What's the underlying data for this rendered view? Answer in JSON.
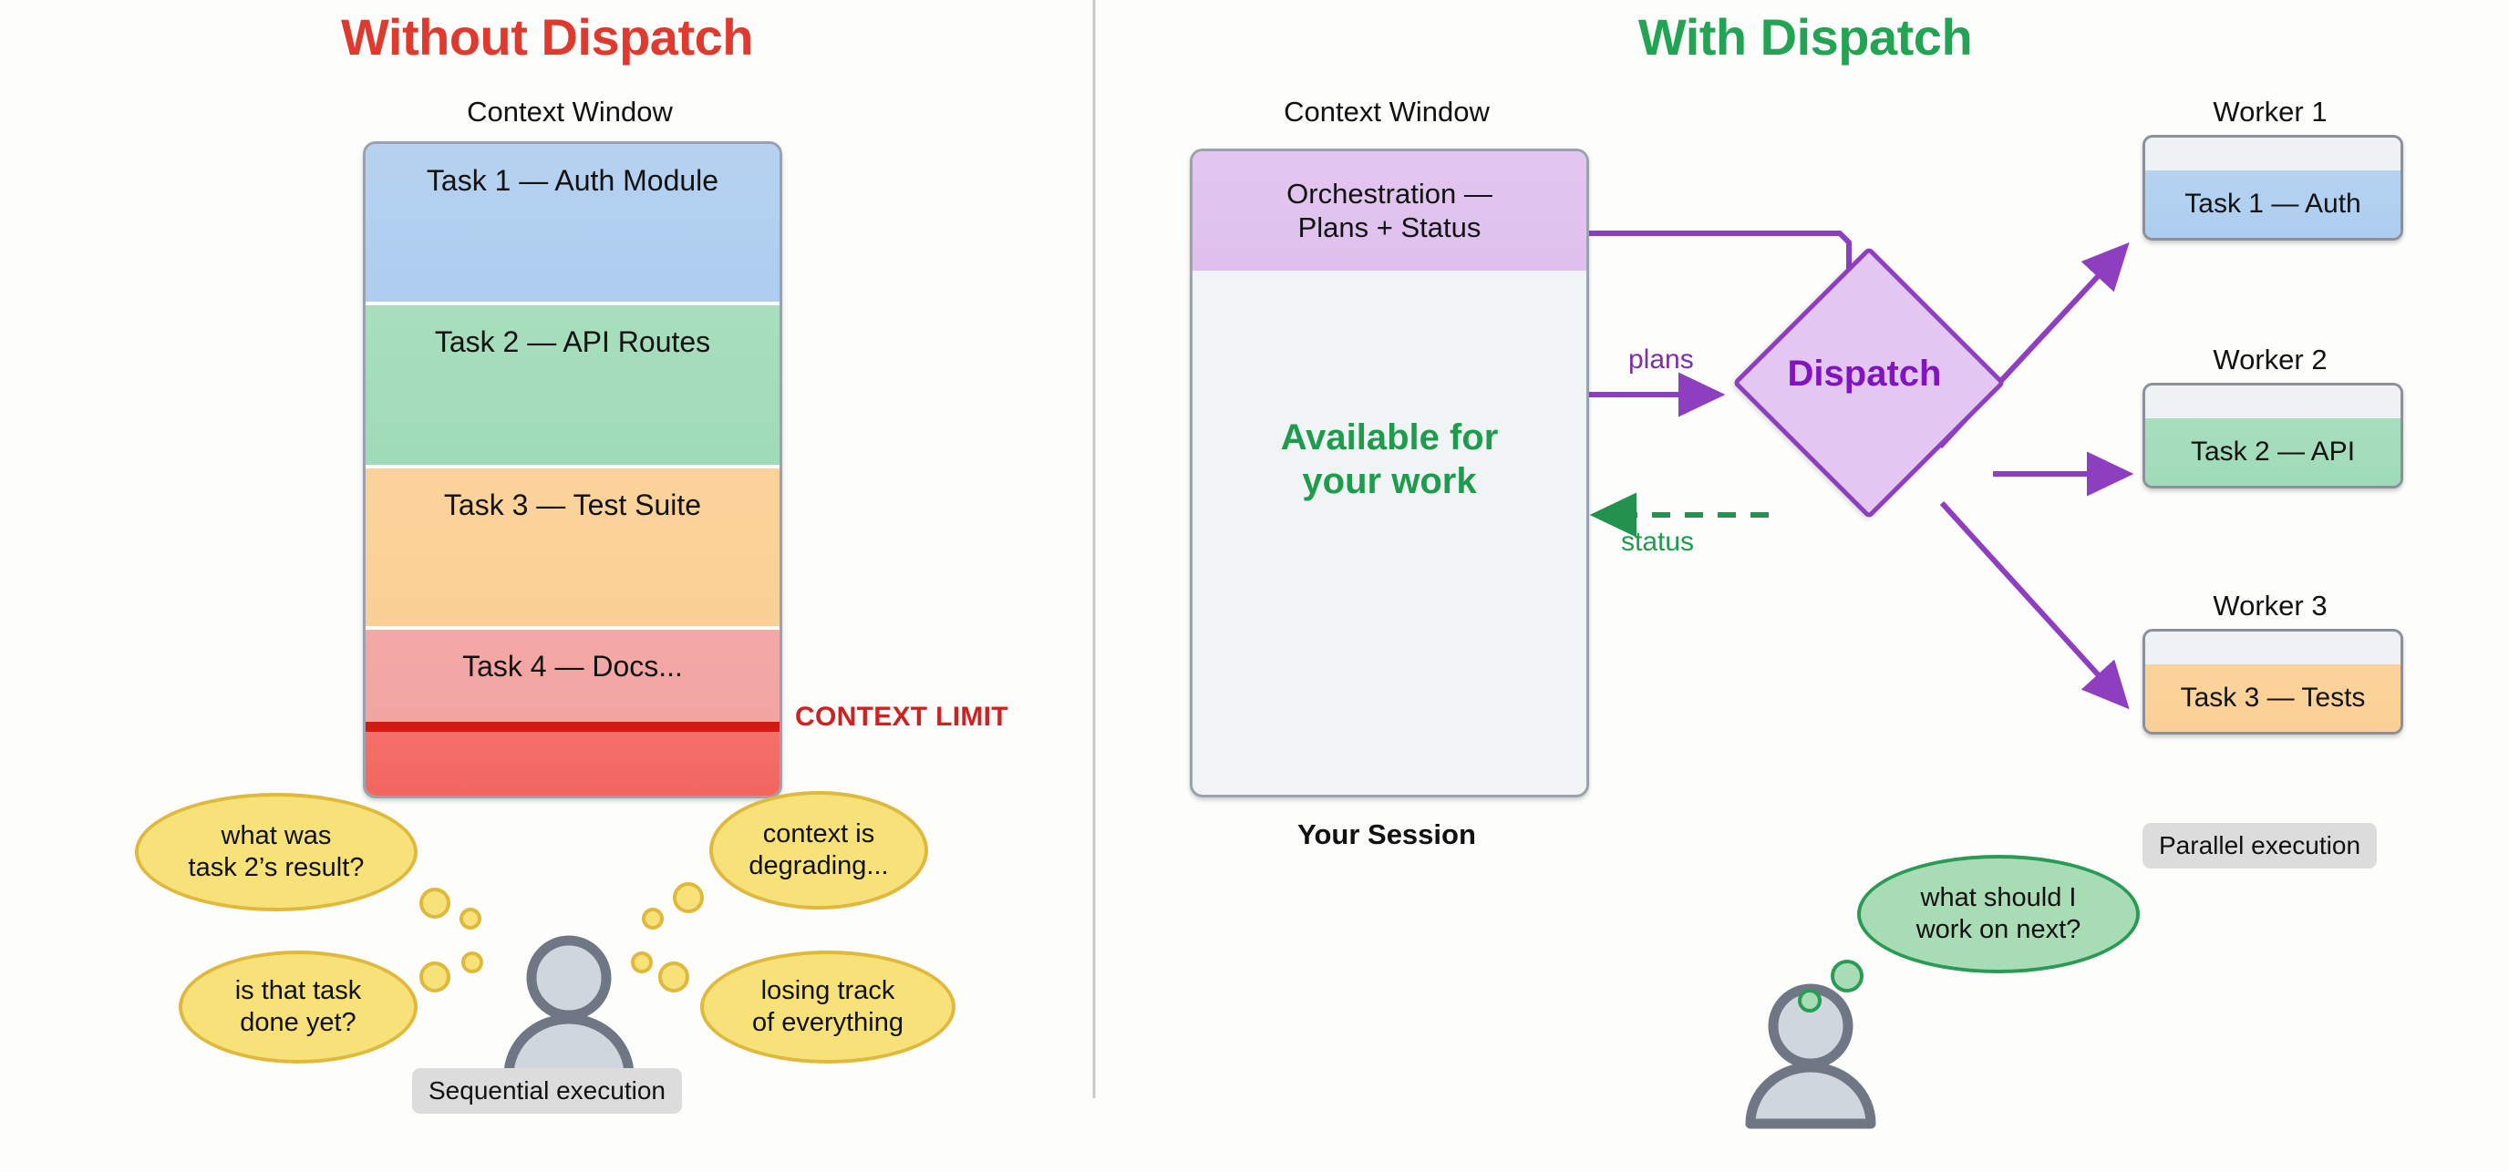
{
  "panels": {
    "left": {
      "title": "Without Dispatch",
      "title_color": "#e03a2f",
      "context_window_caption": "Context Window",
      "context_limit_label": "CONTEXT LIMIT",
      "execution_badge": "Sequential execution",
      "stack": [
        {
          "label": "Task 1 — Auth Module",
          "color": "#b5d2f0"
        },
        {
          "label": "Task 2 — API Routes",
          "color": "#a8debd"
        },
        {
          "label": "Task 3 — Test Suite",
          "color": "#fbd39a"
        },
        {
          "label": "Task 4 — Docs...",
          "color": "#f3a9a6"
        },
        {
          "label": "",
          "color": "#f4706a"
        }
      ],
      "thoughts": [
        "what was\ntask 2’s result?",
        "context is\ndegrading...",
        "is that task\ndone yet?",
        "losing track\nof everything"
      ]
    },
    "right": {
      "title": "With Dispatch",
      "title_color": "#23a455",
      "context_window_caption": "Context Window",
      "session_caption": "Your Session",
      "orchestration_label": "Orchestration —\nPlans + Status",
      "available_label": "Available for\nyour work",
      "dispatch_label": "Dispatch",
      "edge_plans": "plans",
      "edge_status": "status",
      "execution_badge": "Parallel execution",
      "workers": [
        {
          "title": "Worker 1",
          "task": "Task 1 — Auth",
          "color": "#b5d2f0"
        },
        {
          "title": "Worker 2",
          "task": "Task 2 — API",
          "color": "#a8debd"
        },
        {
          "title": "Worker 3",
          "task": "Task 3 — Tests",
          "color": "#fbd39a"
        }
      ],
      "thoughts": [
        "what should I\nwork on next?"
      ]
    }
  },
  "colors": {
    "red_title": "#e03a2f",
    "green_title": "#23a455",
    "context_limit_red": "#cc2222",
    "purple_arrow": "#8e3fc0",
    "green_arrow": "#23924f",
    "dispatch_text": "#8014c0",
    "available_green": "#1f9b4e",
    "bubble_yellow": "#f7e27a",
    "bubble_yellow_border": "#e0b83c",
    "bubble_green": "#a8dcb4",
    "bubble_green_border": "#2a9b55",
    "box_border_gray": "#9aa2ad",
    "divider_gray": "#c9c9c9"
  }
}
